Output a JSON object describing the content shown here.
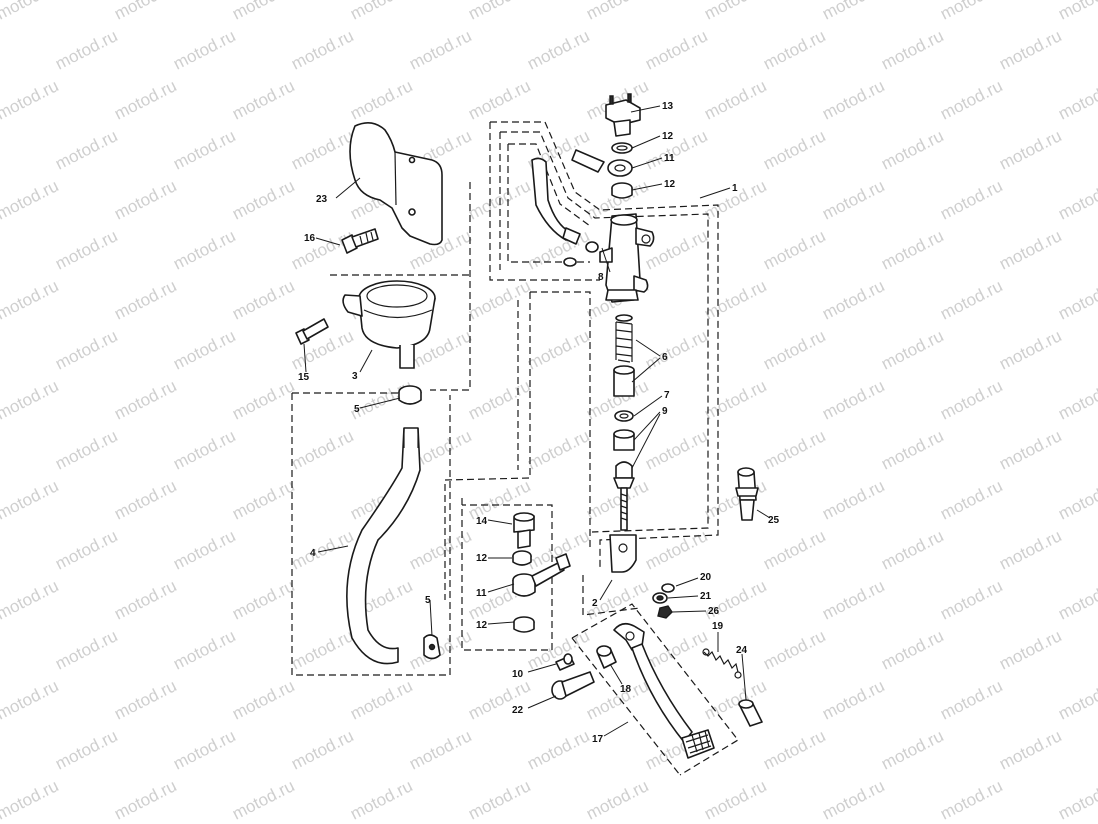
{
  "watermark": {
    "text": "motod.ru"
  },
  "callouts": {
    "c1": "1",
    "c2": "2",
    "c3": "3",
    "c4": "4",
    "c5a": "5",
    "c5b": "5",
    "c6": "6",
    "c7": "7",
    "c8": "8",
    "c9": "9",
    "c10": "10",
    "c11a": "11",
    "c11b": "11",
    "c12a": "12",
    "c12b": "12",
    "c12c": "12",
    "c12d": "12",
    "c13": "13",
    "c14": "14",
    "c15": "15",
    "c16": "16",
    "c17": "17",
    "c18": "18",
    "c19": "19",
    "c20": "20",
    "c21": "21",
    "c22": "22",
    "c23": "23",
    "c24": "24",
    "c25": "25",
    "c26": "26"
  },
  "colors": {
    "line": "#1a1a1a",
    "watermark": "#cfcfcf",
    "background": "#ffffff"
  }
}
